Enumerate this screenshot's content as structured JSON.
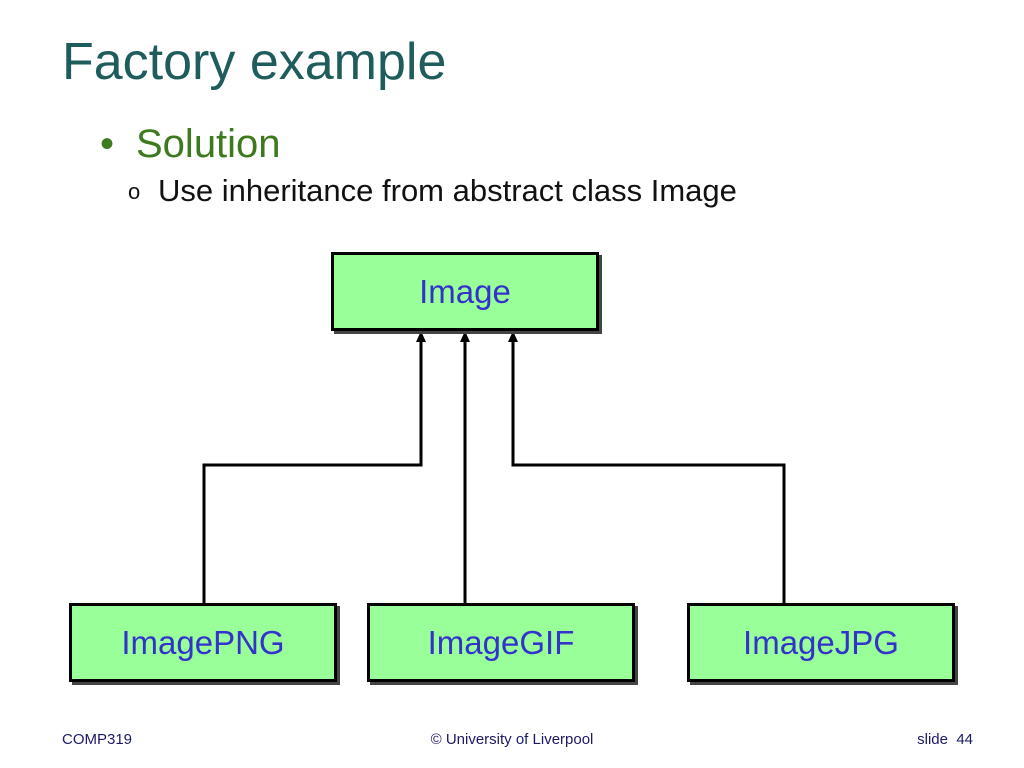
{
  "slide": {
    "title": "Factory example",
    "bullet": "Solution",
    "sub_bullet": "Use inheritance from abstract class Image"
  },
  "diagram": {
    "parent": "Image",
    "children": [
      "ImagePNG",
      "ImageGIF",
      "ImageJPG"
    ],
    "colors": {
      "box_fill": "#99ff99",
      "box_text": "#3333cc",
      "border": "#000000"
    }
  },
  "footer": {
    "course": "COMP319",
    "copyright": "© University of Liverpool",
    "slide_label": "slide",
    "slide_number": "44"
  },
  "colors": {
    "title": "#1f5c5c",
    "bullet": "#3d7a1e",
    "footer": "#1a1a66"
  }
}
